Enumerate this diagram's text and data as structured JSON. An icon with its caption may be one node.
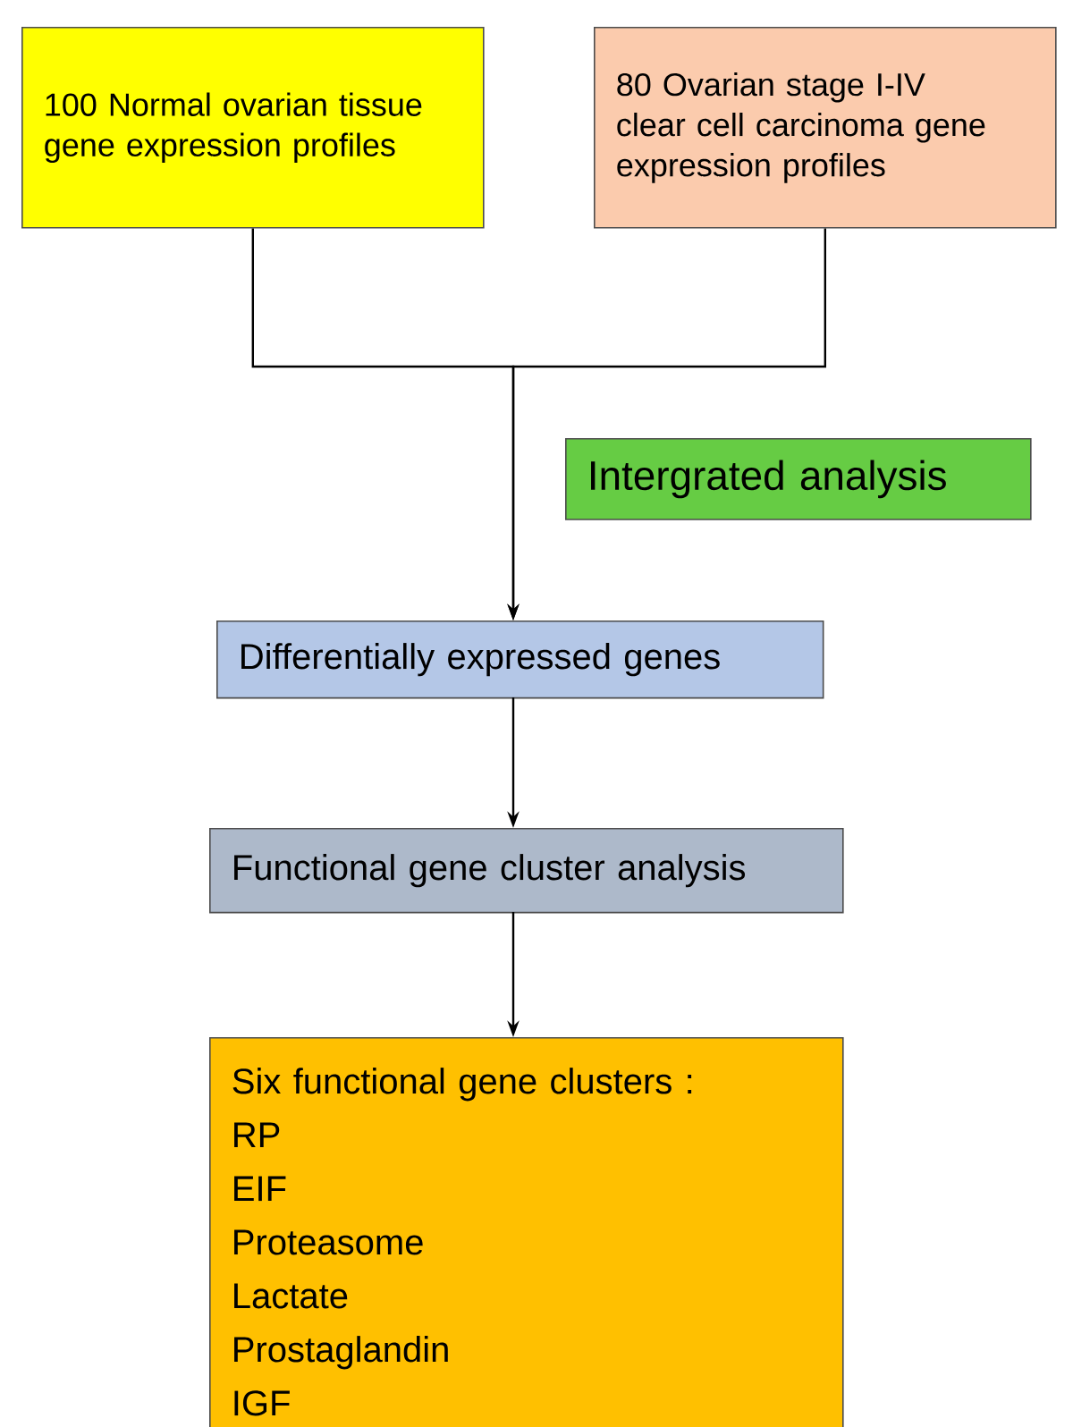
{
  "diagram": {
    "nodes": [
      {
        "text": [
          "100 Normal ovarian tissue gene expression profiles"
        ]
      },
      {
        "text": [
          "80 Ovarian stage I-IV clear cell carcinoma gene expression profiles"
        ]
      },
      {
        "text": [
          "Intergrated analysis"
        ]
      },
      {
        "text": [
          "Differentially expressed genes"
        ]
      },
      {
        "text": [
          "Functional gene cluster analysis"
        ]
      },
      {
        "text": [
          "Six functional gene clusters :",
          "RP",
          "EIF",
          "Proteasome",
          "Lactate",
          "Prostaglandin",
          "IGF"
        ]
      }
    ],
    "edges": [
      {
        "from": 0,
        "to": 3,
        "arrow": "to"
      },
      {
        "from": 1,
        "to": 3,
        "arrow": "to"
      },
      {
        "from": 3,
        "to": 4,
        "arrow": "to"
      },
      {
        "from": 4,
        "to": 5,
        "arrow": "to"
      }
    ]
  }
}
